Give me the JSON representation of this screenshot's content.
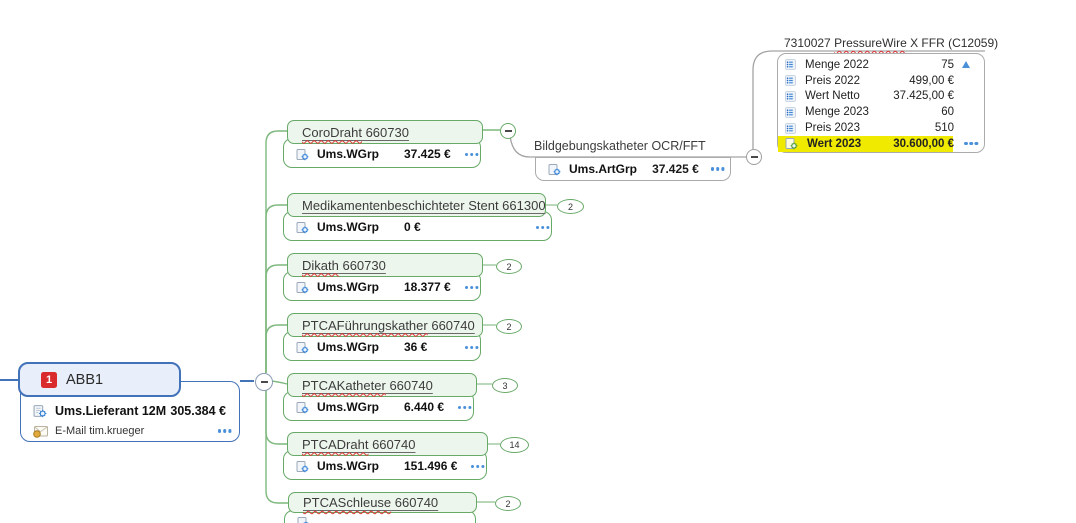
{
  "colors": {
    "accent_blue": "#4272b8",
    "topic_green": "#67a967",
    "line_gray": "#a3a3a3",
    "highlight_yellow": "#f0e900",
    "dots_blue": "#4a90d9",
    "priority_red": "#d92b2b"
  },
  "root_topic": {
    "title": "ABB1",
    "priority": "1",
    "rows": [
      {
        "icon": "formula-icon",
        "label": "Ums.Lieferant 12M",
        "value": "305.384 €"
      },
      {
        "icon": "email-icon",
        "label": "E-Mail tim.krueger"
      }
    ]
  },
  "subtopics": [
    {
      "word": "CoroDraht",
      "rest": " 660730",
      "label": "Ums.WGrp",
      "value": "37.425 €"
    },
    {
      "word": "",
      "rest": "Medikamentenbeschichteter Stent 661300",
      "label": "Ums.WGrp",
      "value": "0 €",
      "count": "2"
    },
    {
      "word": "Dikath",
      "rest": " 660730",
      "label": "Ums.WGrp",
      "value": "18.377 €",
      "count": "2"
    },
    {
      "word": "PTCAFührungskather",
      "rest": " 660740",
      "label": "Ums.WGrp",
      "value": "36 €",
      "count": "2"
    },
    {
      "word": "PTCAKatheter",
      "rest": " 660740",
      "label": "Ums.WGrp",
      "value": "6.440 €",
      "count": "3"
    },
    {
      "word": "PTCADraht",
      "rest": " 660740",
      "label": "Ums.WGrp",
      "value": "151.496 €",
      "count": "14"
    },
    {
      "word": "PTCASchleuse",
      "rest": " 660740",
      "count": "2"
    }
  ],
  "bridge_topic": {
    "title": "Bildgebungskatheter OCR/FFT",
    "row": {
      "icon": "formula-icon",
      "label": "Ums.ArtGrp",
      "value": "37.425 €"
    }
  },
  "detail_topic": {
    "title_prefix": "7310027 ",
    "title_word": "PressureWire",
    "title_suffix": " X FFR (C12059)",
    "rows": [
      {
        "icon": "list-icon",
        "label": "Menge 2022",
        "value": "75"
      },
      {
        "icon": "list-icon",
        "label": "Preis 2022",
        "value": "499,00 €"
      },
      {
        "icon": "list-icon",
        "label": "Wert Netto",
        "value": "37.425,00 €"
      },
      {
        "icon": "list-icon",
        "label": "Menge 2023",
        "value": "60"
      },
      {
        "icon": "list-icon",
        "label": "Preis 2023",
        "value": "510"
      },
      {
        "icon": "calc-icon",
        "label": "Wert 2023",
        "value": "30.600,00 €",
        "highlighted": true
      }
    ]
  }
}
